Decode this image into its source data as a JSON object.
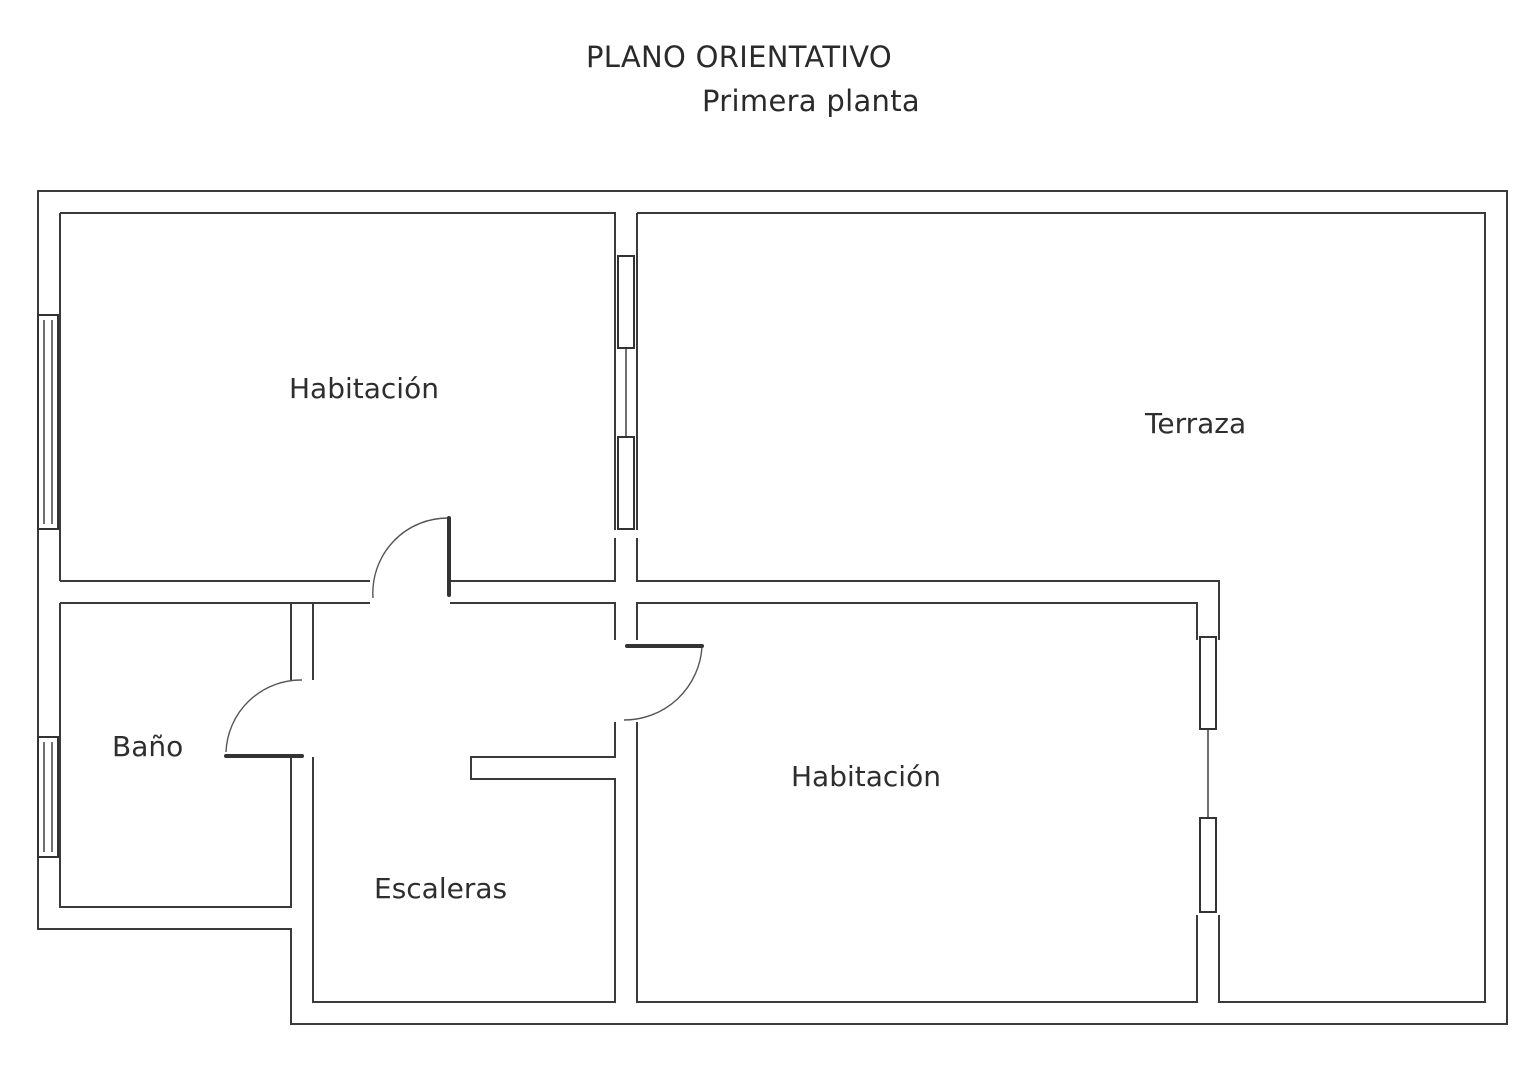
{
  "header": {
    "title": "PLANO ORIENTATIVO",
    "subtitle": "Primera planta"
  },
  "rooms": {
    "bedroom_top": "Habitación",
    "terrace": "Terraza",
    "bathroom": "Baño",
    "stairs": "Escaleras",
    "bedroom_bottom": "Habitación"
  },
  "colors": {
    "wall": "#3a3a3a",
    "background": "#ffffff",
    "text": "#2e2e2e"
  }
}
